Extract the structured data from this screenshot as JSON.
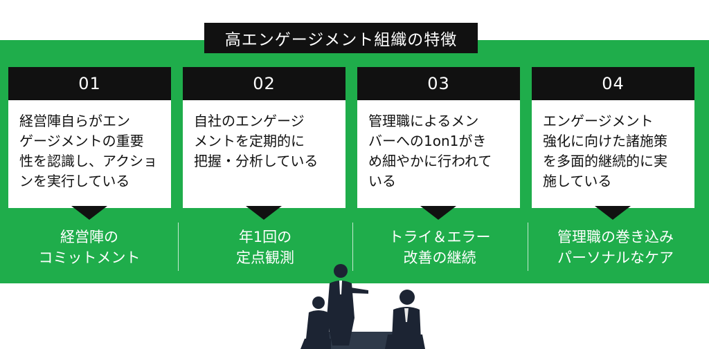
{
  "title": "高エンゲージメント組織の特徴",
  "colors": {
    "accent": "#1fad4b",
    "dark": "#111111",
    "text_light": "#ffffff"
  },
  "cards": [
    {
      "number": "01",
      "description": "経営陣自らがエン\nゲージメントの重要\n性を認識し、アクショ\nンを実行している",
      "label": "経営陣の\nコミットメント"
    },
    {
      "number": "02",
      "description": "自社のエンゲージ\nメントを定期的に\n把握・分析している",
      "label": "年1回の\n定点観測"
    },
    {
      "number": "03",
      "description": "管理職によるメン\nバーへの1on1がき\nめ細やかに行われて\nいる",
      "label": "トライ＆エラー\n改善の継続"
    },
    {
      "number": "04",
      "description": "エンゲージメント\n強化に向けた諸施策\nを多面的継続的に実\n施している",
      "label": "管理職の巻き込み\nパーソナルなケア"
    }
  ]
}
